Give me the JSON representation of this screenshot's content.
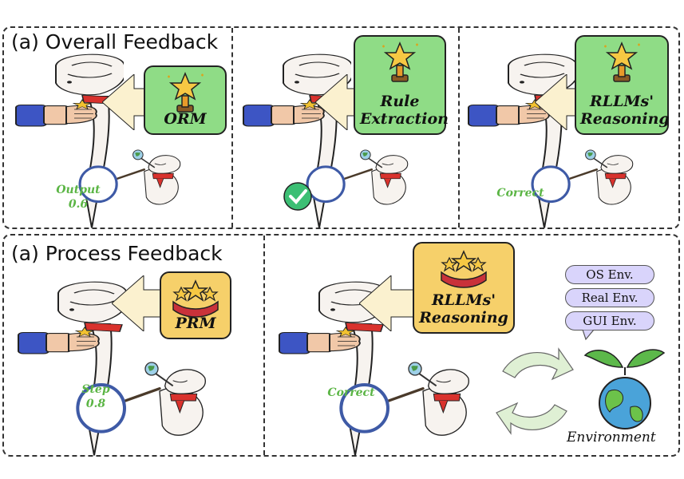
{
  "overall": {
    "heading": "(a) Overall Feedback",
    "cards": [
      {
        "label": "ORM",
        "badge": "trophy-icon"
      },
      {
        "label": "Rule Extraction",
        "badge": "trophy-icon"
      },
      {
        "label": "RLLMs' Reasoning",
        "badge": "trophy-icon"
      }
    ],
    "lens": [
      "Output 0.6",
      "",
      "Correct"
    ]
  },
  "process": {
    "heading": "(a) Process Feedback",
    "cards": [
      {
        "label": "PRM",
        "badge": "ribbon-stars-icon"
      },
      {
        "label": "RLLMs' Reasoning",
        "badge": "ribbon-stars-icon"
      }
    ],
    "lens": [
      "Step 0.8",
      "Correct"
    ]
  },
  "environment": {
    "options": [
      "OS Env.",
      "Real Env.",
      "GUI Env."
    ],
    "label": "Environment"
  },
  "colors": {
    "green_card": "#8fdc86",
    "gold_card": "#f6d06a",
    "env_pill": "#d9d4fb",
    "arrow": "#fbf1cf",
    "cycle": "#dff0d4"
  }
}
